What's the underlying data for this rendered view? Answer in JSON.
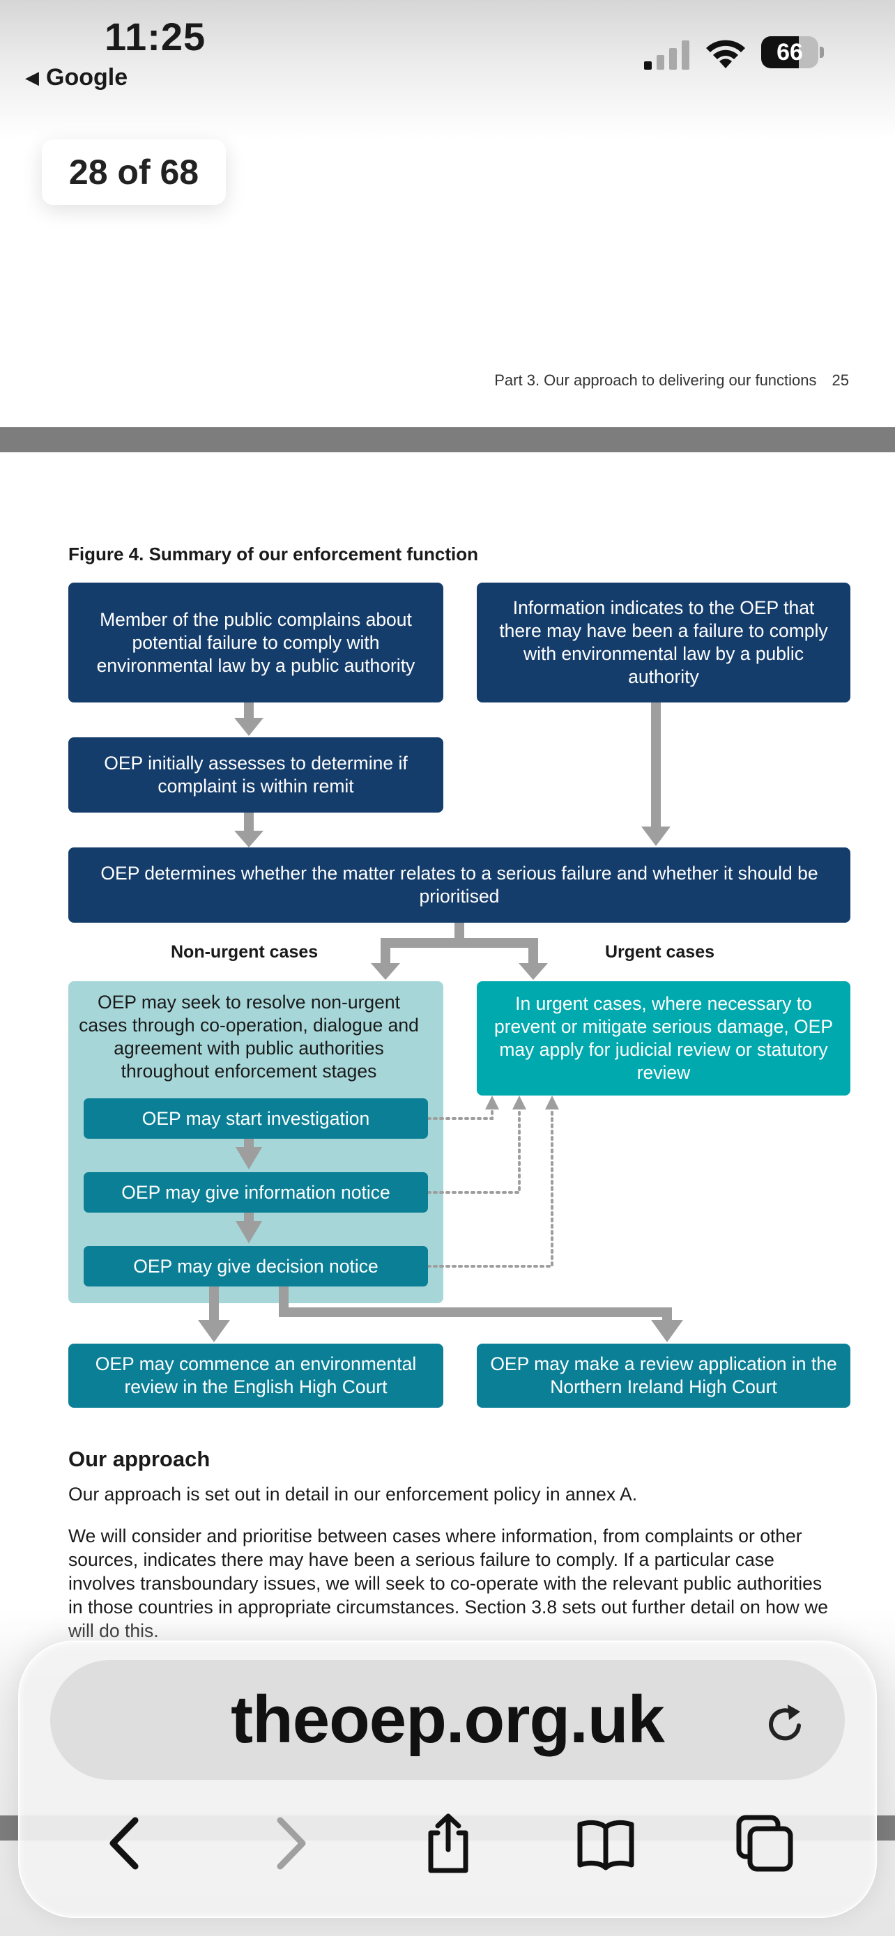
{
  "status_bar": {
    "time": "11:25",
    "back_app": "Google",
    "battery_percent": "66",
    "battery_level": 0.66
  },
  "viewer": {
    "page_counter": "28 of 68"
  },
  "document": {
    "running_header": {
      "section": "Part 3. Our approach to delivering our functions",
      "page_number": "25"
    },
    "figure": {
      "title": "Figure 4. Summary of our enforcement function",
      "boxes": {
        "public_complaint": "Member of the public complains about potential failure to comply with environmental law by a public authority",
        "info_indicates": "Information indicates to the OEP that there may have been a failure to comply with environmental law by a public authority",
        "initial_assess": "OEP initially assesses to determine if complaint is within remit",
        "determines": "OEP determines whether the matter relates to a serious failure and whether it should be prioritised",
        "non_urgent_label": "Non-urgent cases",
        "urgent_label": "Urgent cases",
        "non_urgent_text": "OEP may seek to resolve non-urgent cases through co-operation, dialogue and agreement with public authorities throughout enforcement stages",
        "urgent_text": "In urgent cases, where necessary to prevent or mitigate serious damage, OEP may apply for judicial review or statutory review",
        "investigation": "OEP may start investigation",
        "information_notice": "OEP may give information notice",
        "decision_notice": "OEP may give decision notice",
        "english_review": "OEP may commence an environmental review in the English High Court",
        "ni_review": "OEP may make a review application in the Northern Ireland High Court"
      }
    },
    "approach": {
      "heading": "Our approach",
      "p1": "Our approach is set out in detail in our enforcement policy in annex A.",
      "p2": "We will consider and prioritise between cases where information, from complaints or other sources, indicates there may have been a serious failure to comply. If a particular case involves transboundary issues, we will seek to co-operate with the relevant public authorities in those countries in appropriate circumstances. Section 3.8 sets out further detail on how we will do this."
    }
  },
  "browser": {
    "url": "theoep.org.uk",
    "icons": [
      "reload-icon",
      "back-arrow-icon",
      "forward-arrow-icon",
      "share-icon",
      "bookmarks-icon",
      "tabs-icon"
    ]
  },
  "colors": {
    "dark_blue": "#153d6b",
    "bright_teal": "#00a9ad",
    "teal": "#0a7f96",
    "pale_teal": "#a6d6d8",
    "connector_grey": "#9e9e9e"
  }
}
